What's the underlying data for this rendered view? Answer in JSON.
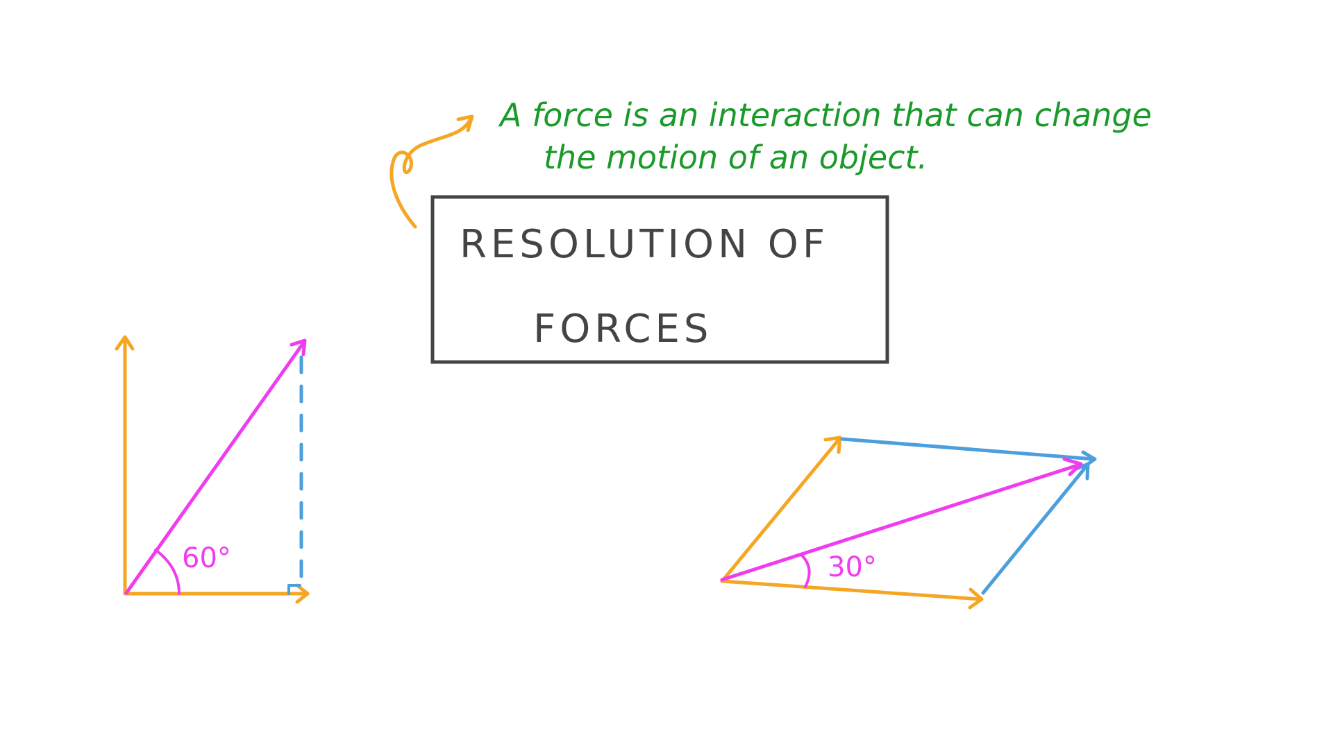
{
  "definition": {
    "line1": "A force is an interaction that can change",
    "line2": "the motion of an object."
  },
  "title": {
    "line1": "RESOLUTION OF",
    "line2": "FORCES"
  },
  "left_diagram": {
    "angle_label": "60°"
  },
  "right_diagram": {
    "angle_label": "30°"
  },
  "colors": {
    "orange": "#f5a623",
    "magenta": "#f03cf0",
    "blue": "#4a9fdc",
    "green": "#1a9a2a",
    "dark": "#444444"
  }
}
